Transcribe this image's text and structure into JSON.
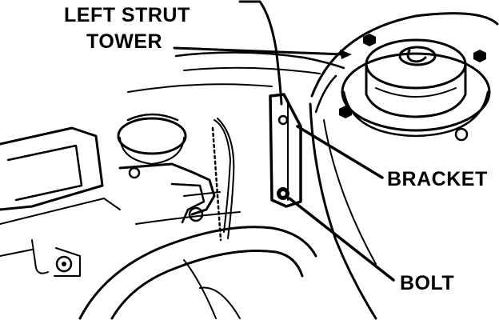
{
  "labels": {
    "strut_tower_line1": "LEFT STRUT",
    "strut_tower_line2": "TOWER",
    "bracket": "BRACKET",
    "bolt": "BOLT"
  },
  "colors": {
    "ink": "#000000",
    "paper": "#ffffff"
  }
}
